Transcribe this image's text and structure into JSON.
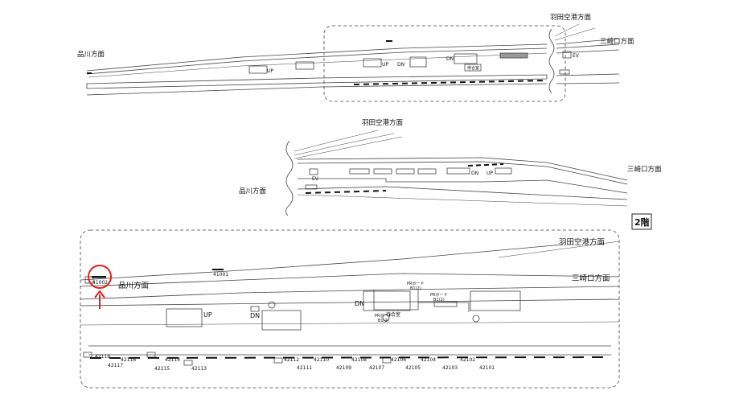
{
  "top_diagram": {
    "dir_haneda": "羽田空港方面",
    "dir_misaki": "三崎口方面",
    "dir_shinagawa": "品川方面",
    "up": "UP",
    "dn": "DN",
    "dn2": "DN",
    "ev": "EV",
    "waiting": "待合室"
  },
  "mid_diagram": {
    "dir_haneda": "羽田空港方面",
    "dir_misaki": "三崎口方面",
    "dir_shinagawa": "品川方面",
    "ev": "EV",
    "dn": "DN",
    "up": "UP"
  },
  "floor_badge": "2階",
  "main_diagram": {
    "dir_haneda": "羽田空港方面",
    "dir_misaki": "三崎口方面",
    "dir_shinagawa": "品川方面",
    "highlight_code": "41002",
    "code_41001": "41001",
    "up": "UP",
    "dn": "DN",
    "dn2": "DN",
    "waiting": "待合室",
    "pr_board_1": "PRボード",
    "pr_board_1_sub": "B1(2)",
    "pr_board_2": "PRボード",
    "pr_board_2_sub": "B1(2)",
    "pr_board_3": "PRボード",
    "pr_board_3_sub": "B1(2)",
    "codes_top": [
      "42118",
      "42116",
      "42114",
      "42112",
      "42110",
      "42108",
      "42106",
      "42104",
      "42102"
    ],
    "codes_bottom": [
      "42117",
      "42115",
      "42113",
      "42111",
      "42109",
      "42107",
      "42105",
      "42103",
      "42101"
    ]
  },
  "colors": {
    "highlight": "#e0201b",
    "line": "#333333"
  }
}
